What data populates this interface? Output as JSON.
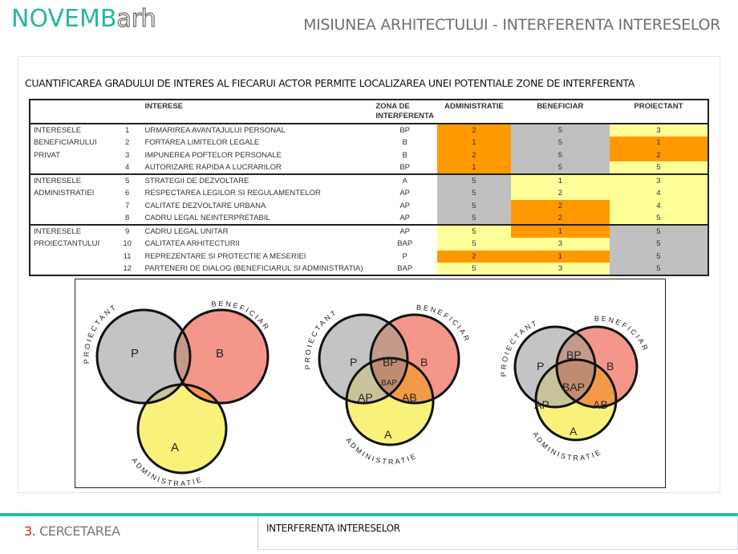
{
  "header": {
    "logo_brand": "NOVEMB",
    "logo_sub": "arh",
    "title": "MISIUNEA ARHITECTULUI - INTERFERENTA INTERESELOR"
  },
  "caption": "CUANTIFICAREA GRADULUI DE INTERES AL FIECARUI ACTOR PERMITE LOCALIZAREA UNEI POTENTIALE ZONE DE INTERFERENTA",
  "table": {
    "headers": {
      "group": "",
      "num": "",
      "interese": "INTERESE",
      "zona": "ZONA DE INTERFERENTA",
      "administratie": "ADMINISTRATIE",
      "beneficiar": "BENEFICIAR",
      "proiectant": "PROIECTANT"
    },
    "colors": {
      "orange": "#ff9900",
      "gray": "#c0c0c0",
      "yellow": "#ffff99"
    },
    "rows": [
      {
        "group": "INTERESELE",
        "num": "1",
        "interes": "URMARIREA AVANTAJULUI PERSONAL",
        "zona": "BP",
        "administratie": "2",
        "beneficiar": "5",
        "proiectant": "3"
      },
      {
        "group": "BENEFICIARULUI",
        "num": "2",
        "interes": "FORTAREA LIMITELOR LEGALE",
        "zona": "B",
        "administratie": "1",
        "beneficiar": "5",
        "proiectant": "1"
      },
      {
        "group": " PRIVAT",
        "num": "3",
        "interes": "IMPUNEREA POFTELOR PERSONALE",
        "zona": "B",
        "administratie": "2",
        "beneficiar": "5",
        "proiectant": "2"
      },
      {
        "group": "",
        "num": "4",
        "interes": "AUTORIZARE RAPIDA A LUCRARILOR",
        "zona": "BP",
        "administratie": "1",
        "beneficiar": "5",
        "proiectant": "5"
      },
      {
        "group": "INTERESELE",
        "num": "5",
        "interes": "STRATEGII DE DEZVOLTARE",
        "zona": "A",
        "administratie": "5",
        "beneficiar": "1",
        "proiectant": "3"
      },
      {
        "group": " ADMINISTRATIEI",
        "num": "6",
        "interes": "RESPECTAREA LEGILOR SI REGULAMENTELOR",
        "zona": "AP",
        "administratie": "5",
        "beneficiar": "2",
        "proiectant": "4"
      },
      {
        "group": "",
        "num": "7",
        "interes": "CALITATE DEZVOLTARE URBANA",
        "zona": "AP",
        "administratie": "5",
        "beneficiar": "2",
        "proiectant": "4"
      },
      {
        "group": "",
        "num": "8",
        "interes": "CADRU LEGAL NEINTERPRETABIL",
        "zona": "AP",
        "administratie": "5",
        "beneficiar": "2",
        "proiectant": "5"
      },
      {
        "group": "INTERESELE",
        "num": "9",
        "interes": "CADRU LEGAL UNITAR",
        "zona": "AP",
        "administratie": "5",
        "beneficiar": "1",
        "proiectant": "5"
      },
      {
        "group": " PROIECTANTULUI",
        "num": "10",
        "interes": "CALITATEA ARHITECTURII",
        "zona": "BAP",
        "administratie": "5",
        "beneficiar": "3",
        "proiectant": "5"
      },
      {
        "group": "",
        "num": "11",
        "interes": "REPREZENTARE SI PROTECTIE A MESERIEI",
        "zona": "P",
        "administratie": "2",
        "beneficiar": "1",
        "proiectant": "5"
      },
      {
        "group": "",
        "num": "12",
        "interes": "PARTENERI DE DIALOG (BENEFICIARUL SI ADMINISTRATIA)",
        "zona": "BAP",
        "administratie": "5",
        "beneficiar": "3",
        "proiectant": "5"
      }
    ]
  },
  "diagrams": {
    "ring_labels": {
      "proiectant": "PROIECTANT",
      "beneficiar": "BENEFICIAR",
      "administratie": "ADMINISTRATIE"
    },
    "region_labels": {
      "p": "P",
      "b": "B",
      "a": "A",
      "bp": "BP",
      "ap": "AP",
      "ab": "AB",
      "bap": "BAP"
    },
    "colors": {
      "p": "#c4c4c4",
      "b": "#f4978a",
      "a": "#f8f27a",
      "bp": "#c49a8a",
      "ap": "#c8c39a",
      "ab": "#f29a48",
      "bap": "#c08c70"
    }
  },
  "footer": {
    "section_num": "3.",
    "section_label": " CERCETAREA",
    "topic": "INTERFERENTA INTERESELOR",
    "accent_color": "#1fc29b"
  }
}
